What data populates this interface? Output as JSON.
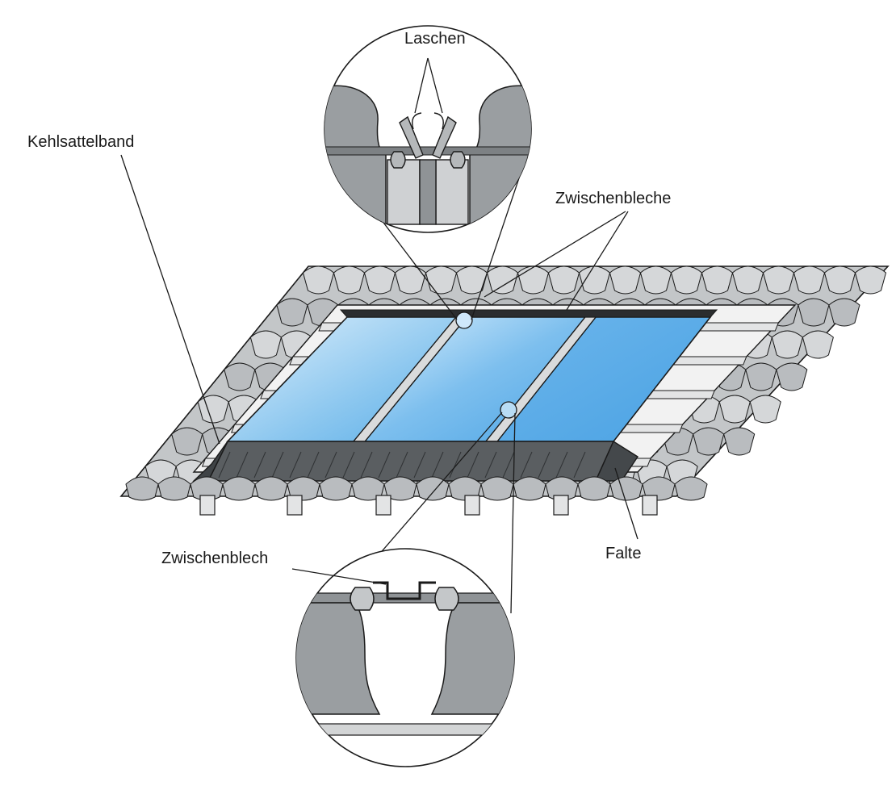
{
  "labels": {
    "laschen": "Laschen",
    "zwischenbleche": "Zwischenbleche",
    "kehlsattelband": "Kehlsattelband",
    "zwischenblech": "Zwischenblech",
    "falte": "Falte"
  },
  "colors": {
    "line": "#1a1a1a",
    "tile": "#b9bcbf",
    "tile_dark": "#8f9396",
    "tile_light": "#d5d7d9",
    "batten": "#e3e4e5",
    "panel_light": "#cfe8fb",
    "panel_mid": "#7fc0ee",
    "panel_dark": "#4da6e6",
    "band": "#5f6366",
    "band_dark": "#44484b",
    "detail_fill": "#9a9ea1"
  }
}
